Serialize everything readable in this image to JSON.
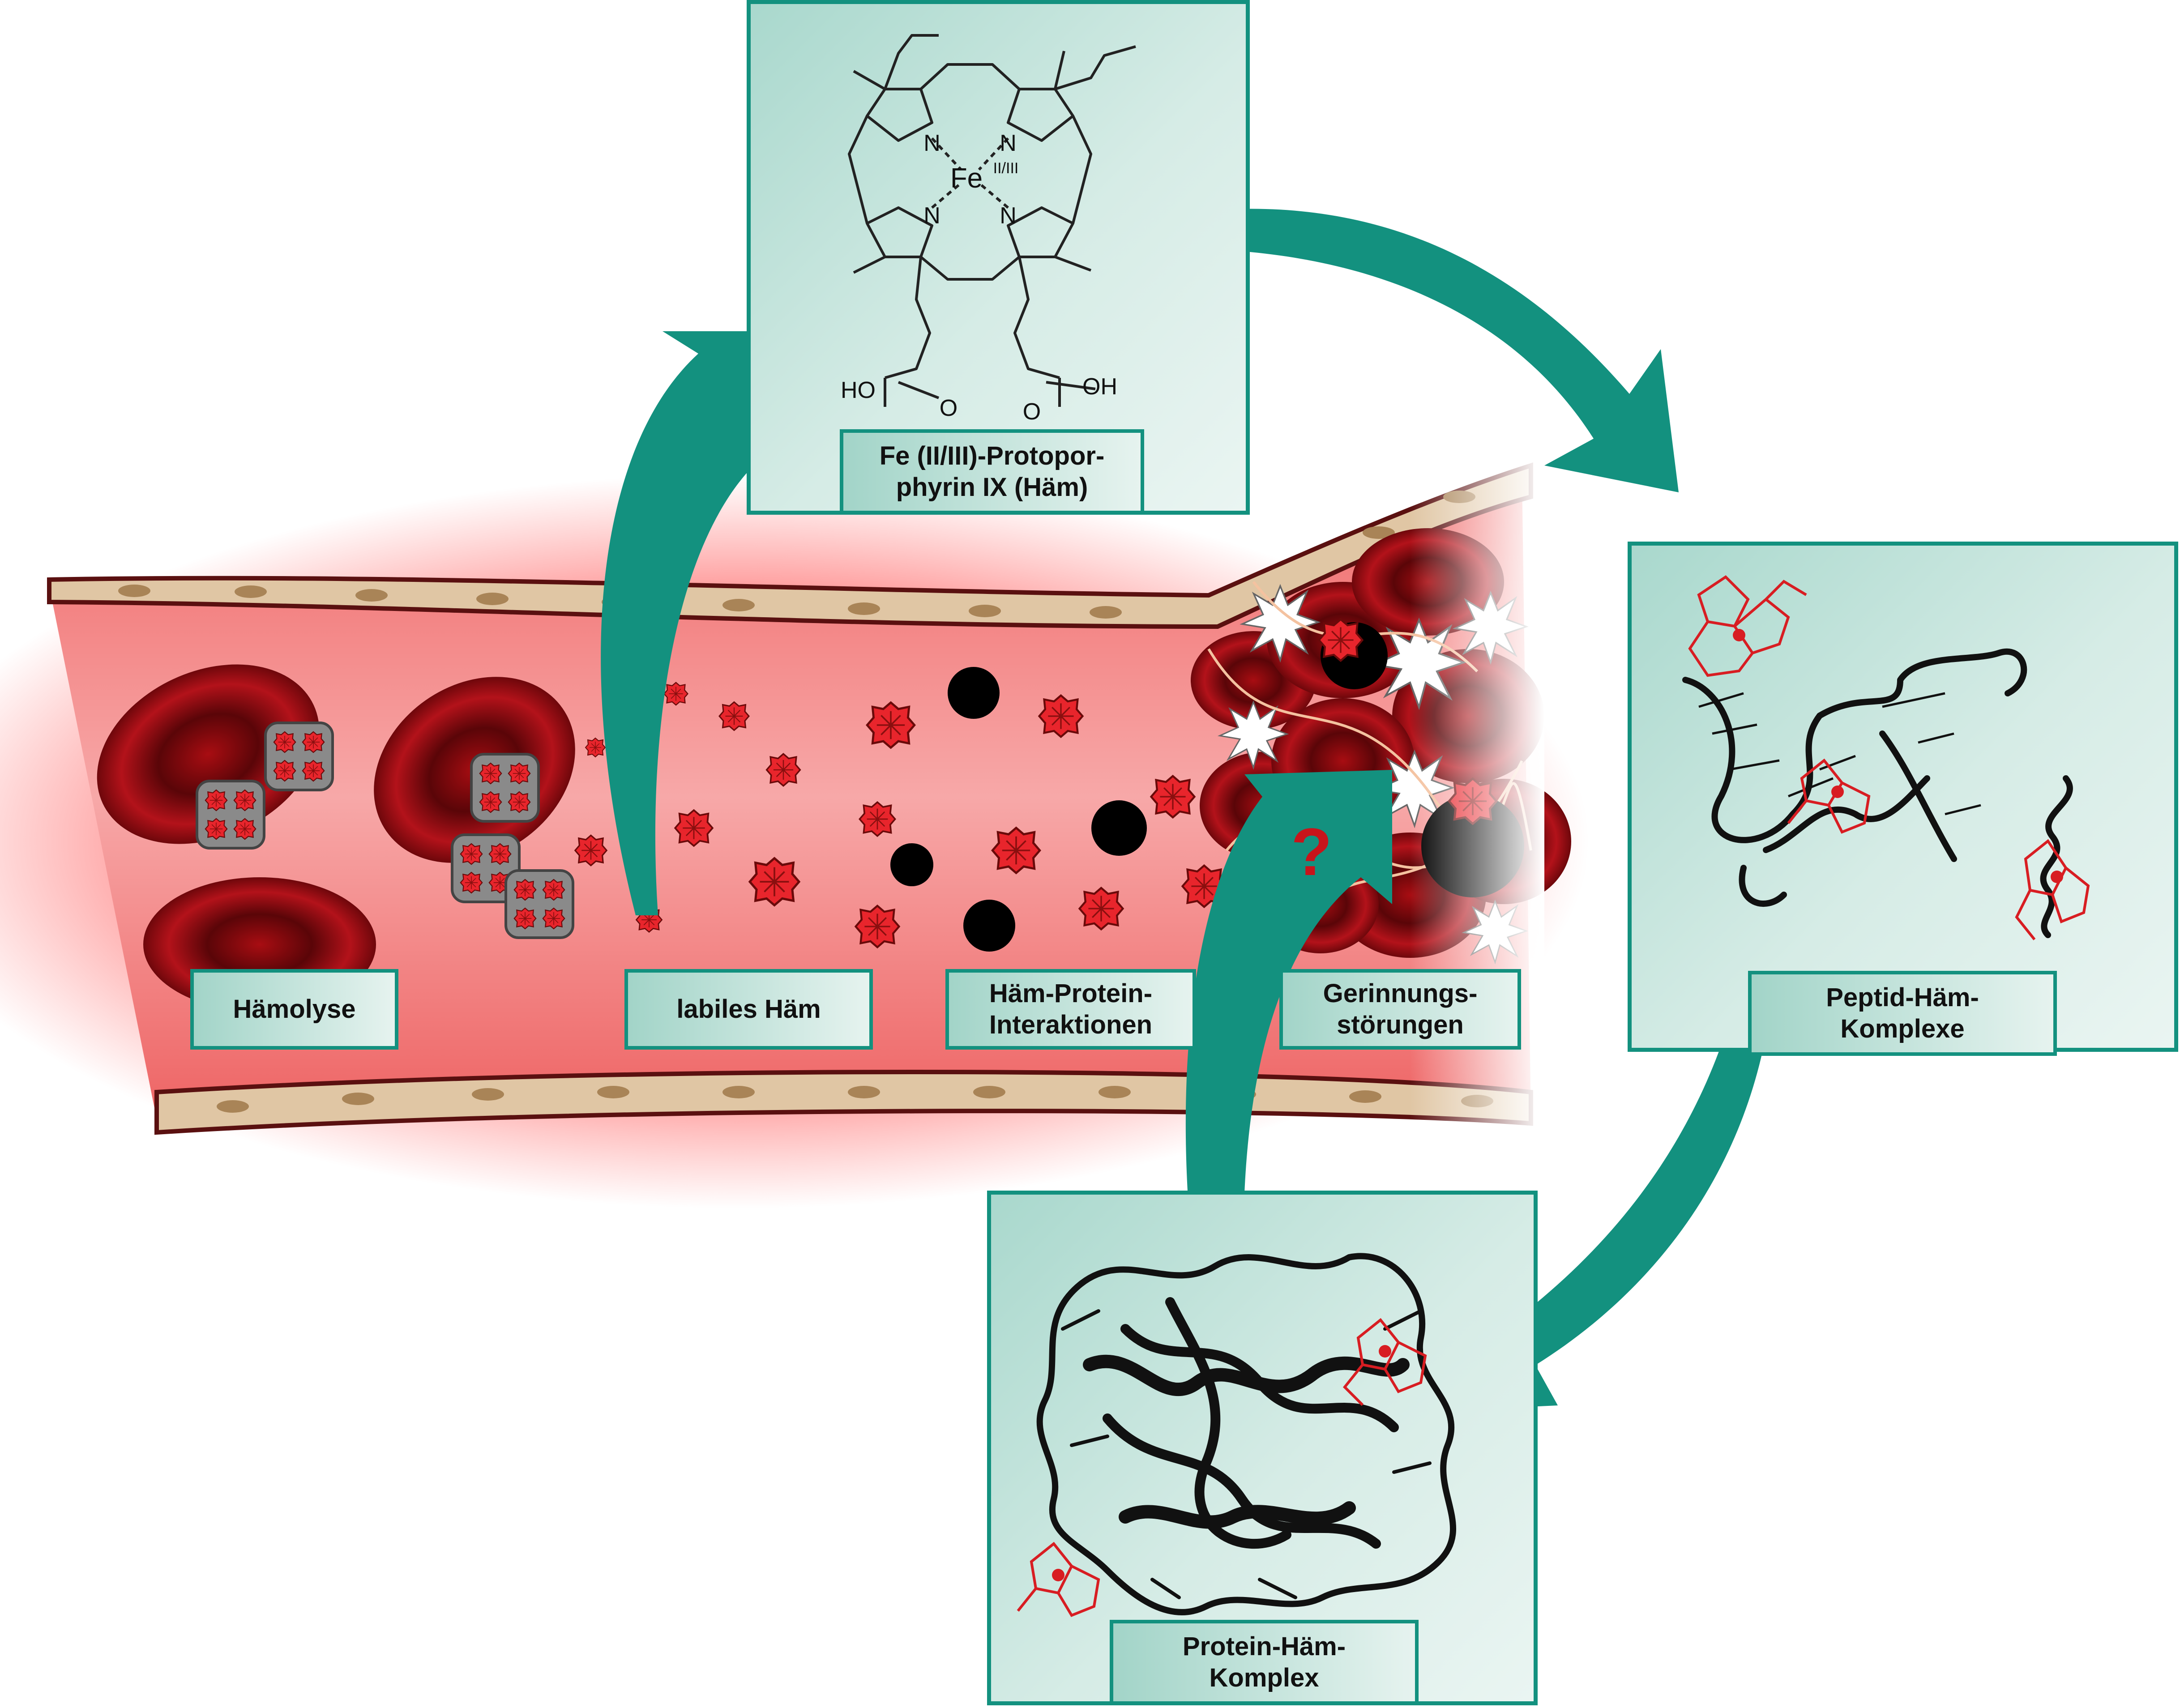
{
  "heme_panel": {
    "label": "Fe (II/III)-Protopor-\nphyrin IX (Häm)",
    "atoms": {
      "iron": "Fe",
      "oxidation": "II/III",
      "nitrogen": "N",
      "acid_left": "HO",
      "acid_right": "OH",
      "oxygen": "O"
    }
  },
  "peptide_panel": {
    "label": "Peptid-Häm-\nKomplexe"
  },
  "protein_panel": {
    "label": "Protein-Häm-\nKomplex"
  },
  "vessel_labels": {
    "hemolysis": "Hämolyse",
    "labile_heme": "labiles Häm",
    "heme_protein": "Häm-Protein-\nInteraktionen",
    "coagulation": "Gerinnungs-\nstörungen"
  },
  "question_mark": "?",
  "colors": {
    "teal": "#13917f",
    "blood": "#c8141b",
    "heme": "#e8252c",
    "protein": "#111111"
  }
}
